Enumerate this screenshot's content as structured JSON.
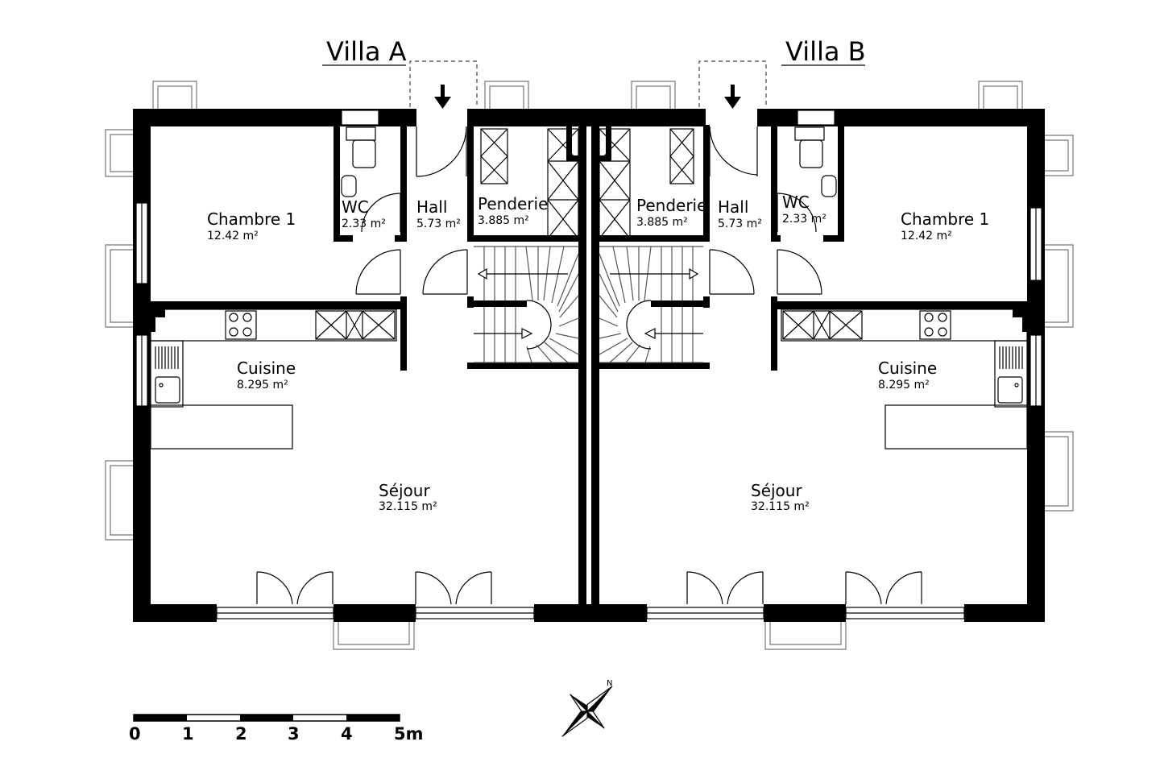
{
  "villas": [
    {
      "title": "Villa A",
      "rooms": {
        "chambre": {
          "name": "Chambre 1",
          "area": "12.42 m²"
        },
        "wc": {
          "name": "WC",
          "area": "2.33 m²"
        },
        "hall": {
          "name": "Hall",
          "area": "5.73 m²"
        },
        "penderie": {
          "name": "Penderie",
          "area": "3.885 m²"
        },
        "cuisine": {
          "name": "Cuisine",
          "area": "8.295 m²"
        },
        "sejour": {
          "name": "Séjour",
          "area": "32.115 m²"
        }
      }
    },
    {
      "title": "Villa B",
      "rooms": {
        "chambre": {
          "name": "Chambre 1",
          "area": "12.42 m²"
        },
        "wc": {
          "name": "WC",
          "area": "2.33 m²"
        },
        "hall": {
          "name": "Hall",
          "area": "5.73 m²"
        },
        "penderie": {
          "name": "Penderie",
          "area": "3.885 m²"
        },
        "cuisine": {
          "name": "Cuisine",
          "area": "8.295 m²"
        },
        "sejour": {
          "name": "Séjour",
          "area": "32.115 m²"
        }
      }
    }
  ],
  "scale_bar": {
    "labels": [
      "0",
      "1",
      "2",
      "3",
      "4",
      "5m"
    ]
  },
  "compass": {
    "north_label": "N"
  },
  "colors": {
    "wall": "#000000",
    "line": "#000000",
    "background": "#ffffff"
  }
}
